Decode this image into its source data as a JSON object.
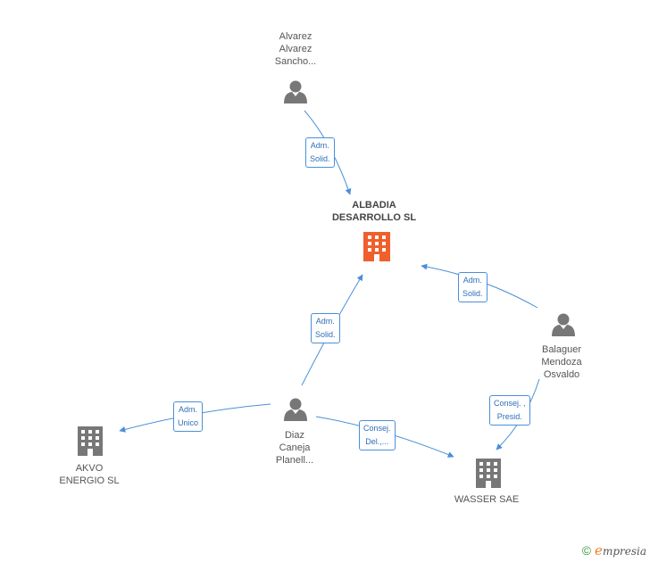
{
  "nodes": {
    "albadia": {
      "lines": [
        "ALBADIA",
        "DESARROLLO SL"
      ],
      "type": "company",
      "color": "#f0602c"
    },
    "alvarez": {
      "lines": [
        "Alvarez",
        "Alvarez",
        "Sancho..."
      ],
      "type": "person",
      "color": "#777777"
    },
    "balaguer": {
      "lines": [
        "Balaguer",
        "Mendoza",
        "Osvaldo"
      ],
      "type": "person",
      "color": "#777777"
    },
    "diaz": {
      "lines": [
        "Diaz",
        "Caneja",
        "Planell..."
      ],
      "type": "person",
      "color": "#777777"
    },
    "akvo": {
      "lines": [
        "AKVO",
        "ENERGIO SL"
      ],
      "type": "company",
      "color": "#777777"
    },
    "wasser": {
      "lines": [
        "WASSER SAE"
      ],
      "type": "company",
      "color": "#777777"
    }
  },
  "edges": {
    "alvarez_albadia": [
      "Adm.",
      "Solid."
    ],
    "balaguer_albadia": [
      "Adm.",
      "Solid."
    ],
    "diaz_albadia": [
      "Adm.",
      "Solid."
    ],
    "diaz_akvo": [
      "Adm.",
      "Unico"
    ],
    "diaz_wasser": [
      "Consej.",
      "Del.,..."
    ],
    "balaguer_wasser": [
      "Consej. ,",
      "Presid."
    ]
  },
  "edge_color": "#4a8fd8",
  "footer": {
    "copyright": "©",
    "brand_initial": "e",
    "brand_rest": "mpresia"
  }
}
